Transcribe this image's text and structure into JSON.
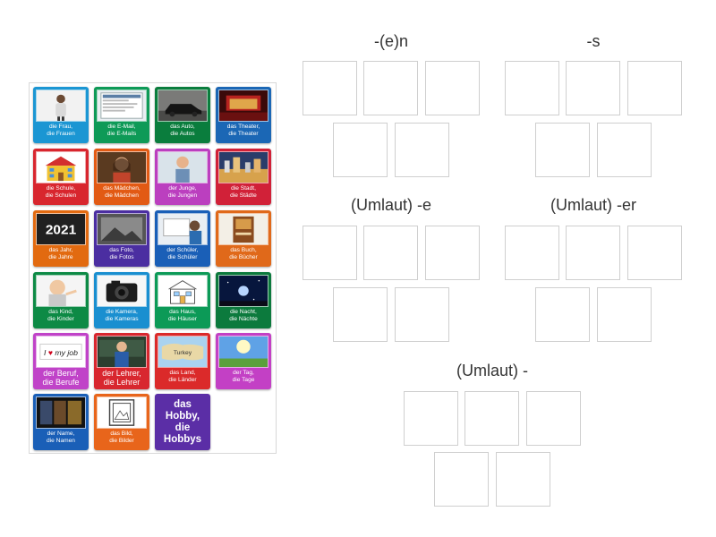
{
  "tiles": [
    {
      "caption": "die Frau,\ndie Frauen",
      "color": "#1b96d3",
      "icon": "woman-photo"
    },
    {
      "caption": "die E-Mail,\ndie E-Mails",
      "color": "#0e9a57",
      "icon": "email-screenshot"
    },
    {
      "caption": "das Auto,\ndie Autos",
      "color": "#0a7d3d",
      "icon": "car-photo"
    },
    {
      "caption": "das Theater,\ndie Theater",
      "color": "#1b67b5",
      "icon": "theater-photo"
    },
    {
      "caption": "die Schule,\ndie Schulen",
      "color": "#d8262e",
      "icon": "school-icon"
    },
    {
      "caption": "das Mädchen,\ndie Mädchen",
      "color": "#e25a14",
      "icon": "girl-photo"
    },
    {
      "caption": "der Junge,\ndie Jungen",
      "color": "#bb3fbf",
      "icon": "boy-photo"
    },
    {
      "caption": "die Stadt,\ndie Städte",
      "color": "#d12138",
      "icon": "city-photo"
    },
    {
      "caption": "das Jahr,\ndie Jahre",
      "color": "#e26a10",
      "icon": "year-2021-image",
      "image_text": "2021"
    },
    {
      "caption": "das Foto,\ndie Fotos",
      "color": "#4b2ea1",
      "icon": "photo-image"
    },
    {
      "caption": "der Schüler,\ndie Schüler",
      "color": "#1a5fb7",
      "icon": "student-photo"
    },
    {
      "caption": "das Buch,\ndie Bücher",
      "color": "#e0691a",
      "icon": "book-photo"
    },
    {
      "caption": "das Kind,\ndie Kinder",
      "color": "#0d8a45",
      "icon": "child-photo"
    },
    {
      "caption": "die Kamera,\ndie Kameras",
      "color": "#1a8fd0",
      "icon": "camera-photo"
    },
    {
      "caption": "das Haus,\ndie Häuser",
      "color": "#0c9a57",
      "icon": "house-drawing"
    },
    {
      "caption": "die Nacht,\ndie Nächte",
      "color": "#0c7a3d",
      "icon": "night-photo"
    },
    {
      "caption": "der Beruf,\ndie Berufe",
      "color": "#c043c8",
      "icon": "love-my-job-image",
      "image_text": "I ♥ my job",
      "big": true
    },
    {
      "caption": "der Lehrer,\ndie Lehrer",
      "color": "#d8272f",
      "icon": "teacher-photo",
      "big": true
    },
    {
      "caption": "das Land,\ndie Länder",
      "color": "#db2a2a",
      "icon": "map-image",
      "image_text": "Turkey"
    },
    {
      "caption": "der Tag,\ndie Tage",
      "color": "#c340c5",
      "icon": "sky-photo"
    },
    {
      "caption": "der Name,\ndie Namen",
      "color": "#1a5fb7",
      "icon": "books-photo"
    },
    {
      "caption": "das Bild,\ndie Bilder",
      "color": "#e8651b",
      "icon": "picture-frame-drawing"
    },
    {
      "caption": "das\nHobby,\ndie\nHobbys",
      "color": "#5b2ea6",
      "textonly": true
    }
  ],
  "groups": [
    {
      "label": "-(e)n"
    },
    {
      "label": "-s"
    },
    {
      "label": "(Umlaut) -e"
    },
    {
      "label": "(Umlaut) -er"
    },
    {
      "label": "(Umlaut) -"
    }
  ]
}
